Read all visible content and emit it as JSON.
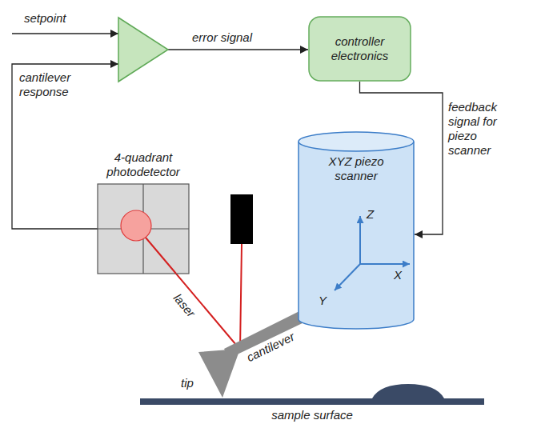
{
  "diagram": {
    "nodes": [
      {
        "text": [
          "controller electronics"
        ]
      },
      {
        "text": [
          "XYZ piezo scanner",
          "Z",
          "X",
          "Y"
        ]
      },
      {
        "text": [
          "4-quadrant photodetector"
        ]
      },
      {
        "text": [
          "sample surface"
        ]
      }
    ],
    "edges": [
      {
        "from": 0,
        "to": 1,
        "arrow": "to",
        "label": "feedback signal for piezo scanner"
      }
    ],
    "labels": [
      "setpoint",
      "cantilever response",
      "error signal",
      "laser",
      "tip",
      "cantilever"
    ]
  }
}
